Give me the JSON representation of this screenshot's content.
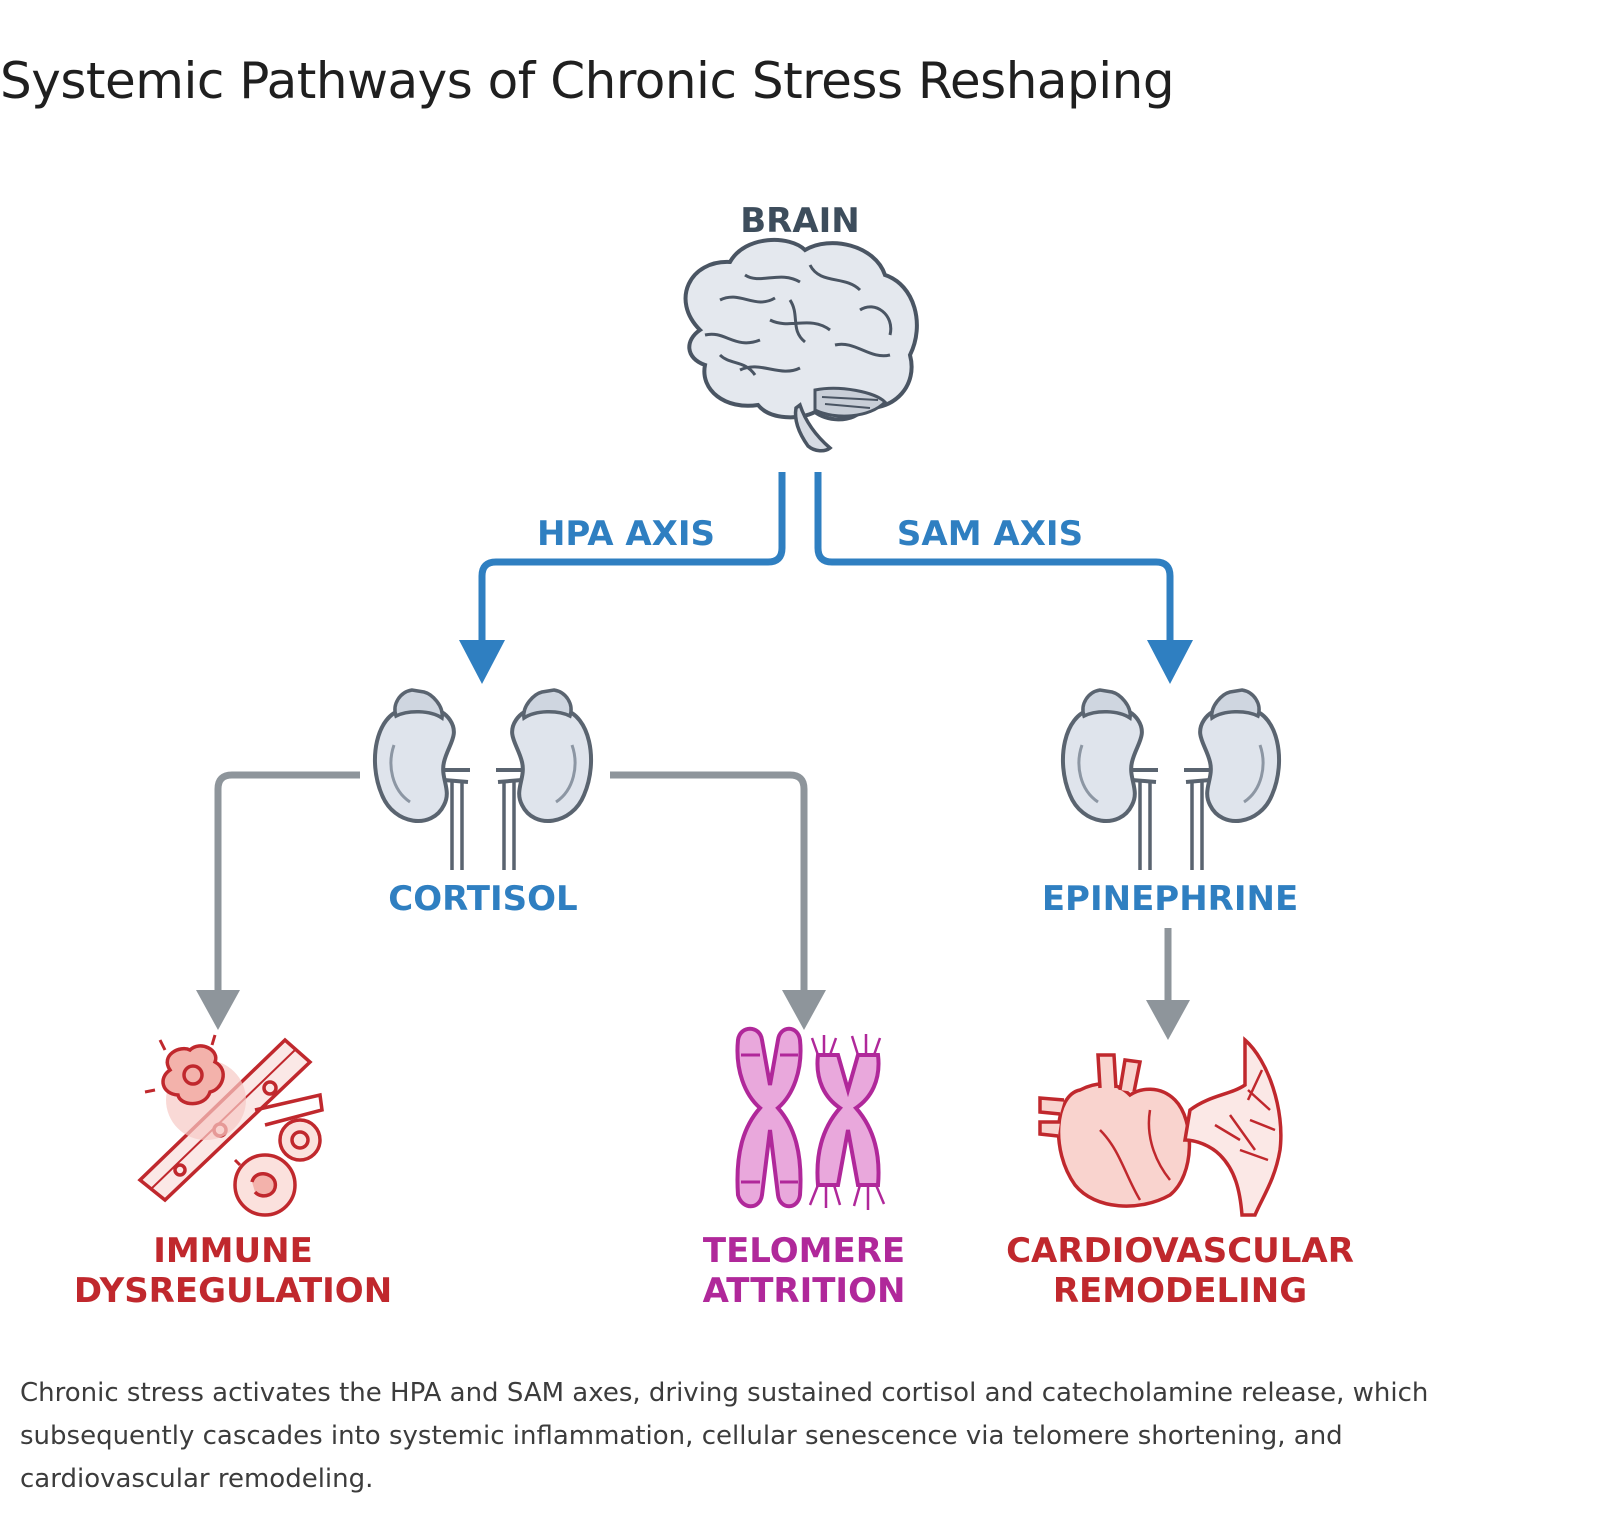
{
  "title": "Systemic Pathways of Chronic Stress Reshaping",
  "nodes": {
    "brain": "BRAIN",
    "hpa_axis": "HPA AXIS",
    "sam_axis": "SAM AXIS",
    "cortisol": "CORTISOL",
    "epinephrine": "EPINEPHRINE",
    "immune_line1": "IMMUNE",
    "immune_line2": "DYSREGULATION",
    "telomere_line1": "TELOMERE",
    "telomere_line2": "ATTRITION",
    "cardio_line1": "CARDIOVASCULAR",
    "cardio_line2": "REMODELING"
  },
  "caption": "Chronic stress activates the HPA and SAM axes, driving sustained cortisol and catecholamine release, which subsequently cascades into systemic inflammation, cellular senescence via telomere shortening, and cardiovascular remodeling.",
  "colors": {
    "axis_blue": "#2f7fc1",
    "label_slate": "#3d4d5c",
    "outcome_red": "#c0282d",
    "telomere_magenta": "#b0289a",
    "arrow_gray": "#8e959b"
  },
  "icons": [
    "brain-icon",
    "kidney-icon",
    "blood-vessel-icon",
    "chromosome-icon",
    "heart-icon"
  ]
}
